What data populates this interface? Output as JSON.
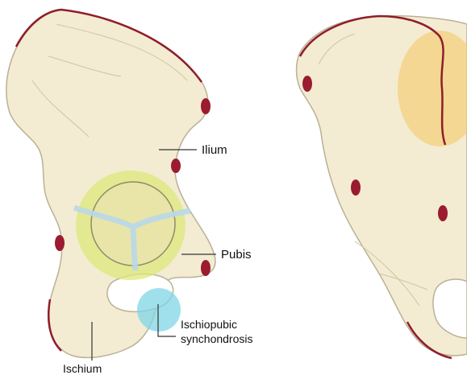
{
  "labels": {
    "ilium": "Ilium",
    "pubis": "Pubis",
    "ischiopubic_line1": "Ischiopubic",
    "ischiopubic_line2": "synchondrosis",
    "ischium": "Ischium"
  },
  "colors": {
    "bone_fill": "#f3ecd2",
    "bone_outline": "#b9b197",
    "bone_shadow": "#e3d9b6",
    "growth_edge": "#8f1d2c",
    "apophysis_marker": "#9b1b30",
    "triradiate_highlight": "#dde87a",
    "ischiopubic_highlight": "#7fd6e6",
    "iliac_crest_highlight": "#f2cf78",
    "triradiate_cartilage": "#b8d8e8"
  },
  "icons": {
    "apophysis_marker": "dark-red-oval-marker"
  }
}
